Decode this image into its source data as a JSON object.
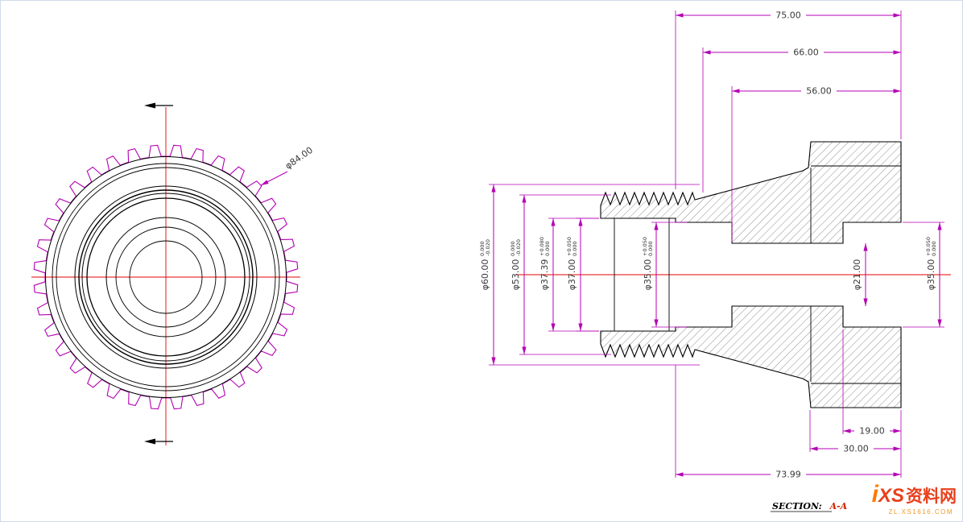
{
  "colors": {
    "dimension": "#b400b4",
    "outline": "#000000",
    "centerline": "#e60000",
    "dim_text": "#3a3a3a",
    "section_ref": "#cc2200",
    "watermark_orange": "#ff7a00",
    "watermark_red": "#e8401c",
    "watermark_url": "#f09a28"
  },
  "front_view": {
    "tip_diameter": "φ84.00"
  },
  "section_view": {
    "length_dims": {
      "d75": "75.00",
      "d66": "66.00",
      "d56": "56.00",
      "d19": "19.00",
      "d30": "30.00",
      "d7399": "73.99"
    },
    "diameters": {
      "d60": {
        "main": "φ60.00",
        "tol_upper": "0.000",
        "tol_lower": "-0.020"
      },
      "d53": {
        "main": "φ53.00",
        "tol_upper": "0.000",
        "tol_lower": "-0.020"
      },
      "d3739": {
        "main": "φ37.39",
        "tol_upper": "+0.080",
        "tol_lower": "0.000"
      },
      "d37": {
        "main": "φ37.00",
        "tol_upper": "+0.050",
        "tol_lower": "0.000"
      },
      "d35l": {
        "main": "φ35.00",
        "tol_upper": "+0.050",
        "tol_lower": "0.000"
      },
      "d21": {
        "main": "φ21.00"
      },
      "d35r": {
        "main": "φ35.00",
        "tol_upper": "+0.050",
        "tol_lower": "0.000"
      }
    }
  },
  "footer": {
    "section_label": "SECTION:",
    "section_name": "A-A"
  },
  "watermark": {
    "logo_i": "i",
    "logo_xs": "XS",
    "site_name": "资料网",
    "site_url": "ZL.XS1616.COM"
  }
}
